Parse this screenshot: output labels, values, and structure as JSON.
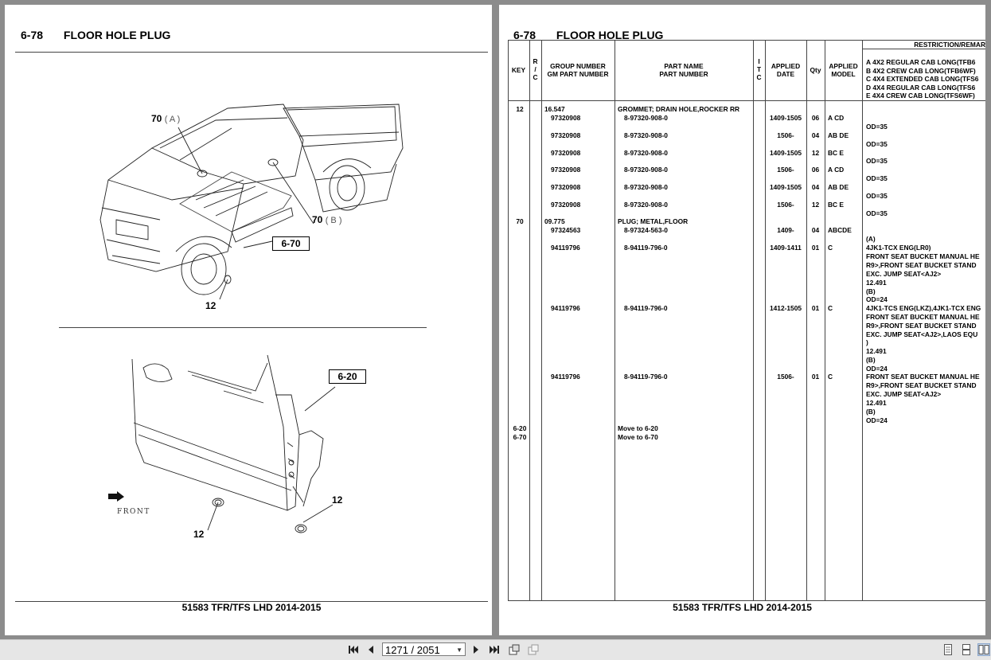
{
  "left_page": {
    "section_number": "6-78",
    "section_title": "FLOOR HOLE PLUG",
    "callouts": {
      "top_70a": "70",
      "top_70a_suffix": "( A )",
      "top_70b": "70",
      "top_70b_suffix": "( B )",
      "ref_670": "6-70",
      "top_12": "12",
      "ref_620": "6-20",
      "bottom_12_right": "12",
      "bottom_12_left": "12",
      "front": "FRONT"
    },
    "footer": "51583 TFR/TFS LHD 2014-2015"
  },
  "right_page": {
    "section_number": "6-78",
    "section_title": "FLOOR HOLE PLUG",
    "headers": {
      "key": "KEY",
      "rc": [
        "R",
        "/",
        "C"
      ],
      "group_number": "GROUP NUMBER",
      "gm_part_number": "GM PART NUMBER",
      "part_name": "PART NAME",
      "part_number": "PART NUMBER",
      "itc": [
        "I",
        "T",
        "C"
      ],
      "applied_date": [
        "APPLIED",
        "DATE"
      ],
      "qty": "Qty",
      "applied_model": [
        "APPLIED",
        "MODEL"
      ],
      "restriction": "RESTRICTION/REMAR",
      "model_legend": [
        "A 4X2 REGULAR CAB LONG(TFB6",
        "B 4X2 CREW CAB LONG(TFB6WF)",
        "C 4X4 EXTENDED CAB LONG(TFS6",
        "D 4X4 REGULAR CAB LONG(TFS6",
        "E 4X4 CREW CAB LONG(TFS6WF)"
      ]
    },
    "rows": [
      {
        "key": "12",
        "group": "16.547",
        "gm": "",
        "name": "GROMMET; DRAIN HOLE,ROCKER RR",
        "part": "",
        "date": "",
        "qty": "",
        "model": ""
      },
      {
        "key": "",
        "group": "",
        "gm": "97320908",
        "name": "",
        "part": "8-97320-908-0",
        "date": "1409-1505",
        "qty": "06",
        "model": "A CD"
      },
      {
        "key": "",
        "group": "",
        "gm": "97320908",
        "name": "",
        "part": "8-97320-908-0",
        "date": "1506-",
        "qty": "04",
        "model": "AB DE"
      },
      {
        "key": "",
        "group": "",
        "gm": "97320908",
        "name": "",
        "part": "8-97320-908-0",
        "date": "1409-1505",
        "qty": "12",
        "model": "BC E"
      },
      {
        "key": "",
        "group": "",
        "gm": "97320908",
        "name": "",
        "part": "8-97320-908-0",
        "date": "1506-",
        "qty": "06",
        "model": "A CD"
      },
      {
        "key": "",
        "group": "",
        "gm": "97320908",
        "name": "",
        "part": "8-97320-908-0",
        "date": "1409-1505",
        "qty": "04",
        "model": "AB DE"
      },
      {
        "key": "",
        "group": "",
        "gm": "97320908",
        "name": "",
        "part": "8-97320-908-0",
        "date": "1506-",
        "qty": "12",
        "model": "BC E"
      },
      {
        "key": "70",
        "group": "09.775",
        "gm": "",
        "name": "PLUG; METAL,FLOOR",
        "part": "",
        "date": "",
        "qty": "",
        "model": ""
      },
      {
        "key": "",
        "group": "",
        "gm": "97324563",
        "name": "",
        "part": "8-97324-563-0",
        "date": "1409-",
        "qty": "04",
        "model": "ABCDE"
      },
      {
        "key": "",
        "group": "",
        "gm": "94119796",
        "name": "",
        "part": "8-94119-796-0",
        "date": "1409-1411",
        "qty": "01",
        "model": "C"
      },
      {
        "key": "",
        "group": "",
        "gm": "94119796",
        "name": "",
        "part": "8-94119-796-0",
        "date": "1412-1505",
        "qty": "01",
        "model": "C"
      },
      {
        "key": "",
        "group": "",
        "gm": "94119796",
        "name": "",
        "part": "8-94119-796-0",
        "date": "1506-",
        "qty": "01",
        "model": "C"
      },
      {
        "key": "6-20",
        "group": "",
        "gm": "",
        "name": "Move to 6-20",
        "part": "",
        "date": "",
        "qty": "",
        "model": ""
      },
      {
        "key": "6-70",
        "group": "",
        "gm": "",
        "name": "Move to 6-70",
        "part": "",
        "date": "",
        "qty": "",
        "model": ""
      }
    ],
    "remarks": [
      "OD=35",
      "OD=35",
      "OD=35",
      "OD=35",
      "OD=35",
      "OD=35",
      "(A)",
      "4JK1-TCX ENG(LR0)",
      "FRONT SEAT BUCKET MANUAL HE",
      "R9>,FRONT SEAT BUCKET STAND",
      "EXC. JUMP SEAT<AJ2>",
      "12.491",
      "(B)",
      "OD=24",
      "4JK1-TCS ENG(LKZ),4JK1-TCX ENG",
      "FRONT SEAT BUCKET MANUAL HE",
      "R9>,FRONT SEAT BUCKET STAND",
      "EXC. JUMP SEAT<AJ2>,LAOS EQU",
      ")",
      "12.491",
      "(B)",
      "OD=24",
      "FRONT SEAT BUCKET MANUAL HE",
      "R9>,FRONT SEAT BUCKET STAND",
      "EXC. JUMP SEAT<AJ2>",
      "12.491",
      "(B)",
      "OD=24"
    ],
    "footer": "51583 TFR/TFS LHD 2014-2015"
  },
  "toolbar": {
    "page_indicator": "1271 / 2051",
    "icons": [
      "first-page-icon",
      "prev-page-icon",
      "next-page-icon",
      "last-page-icon",
      "rotate-icon",
      "copy-icon",
      "single-page-icon",
      "continuous-icon",
      "two-page-icon"
    ]
  }
}
